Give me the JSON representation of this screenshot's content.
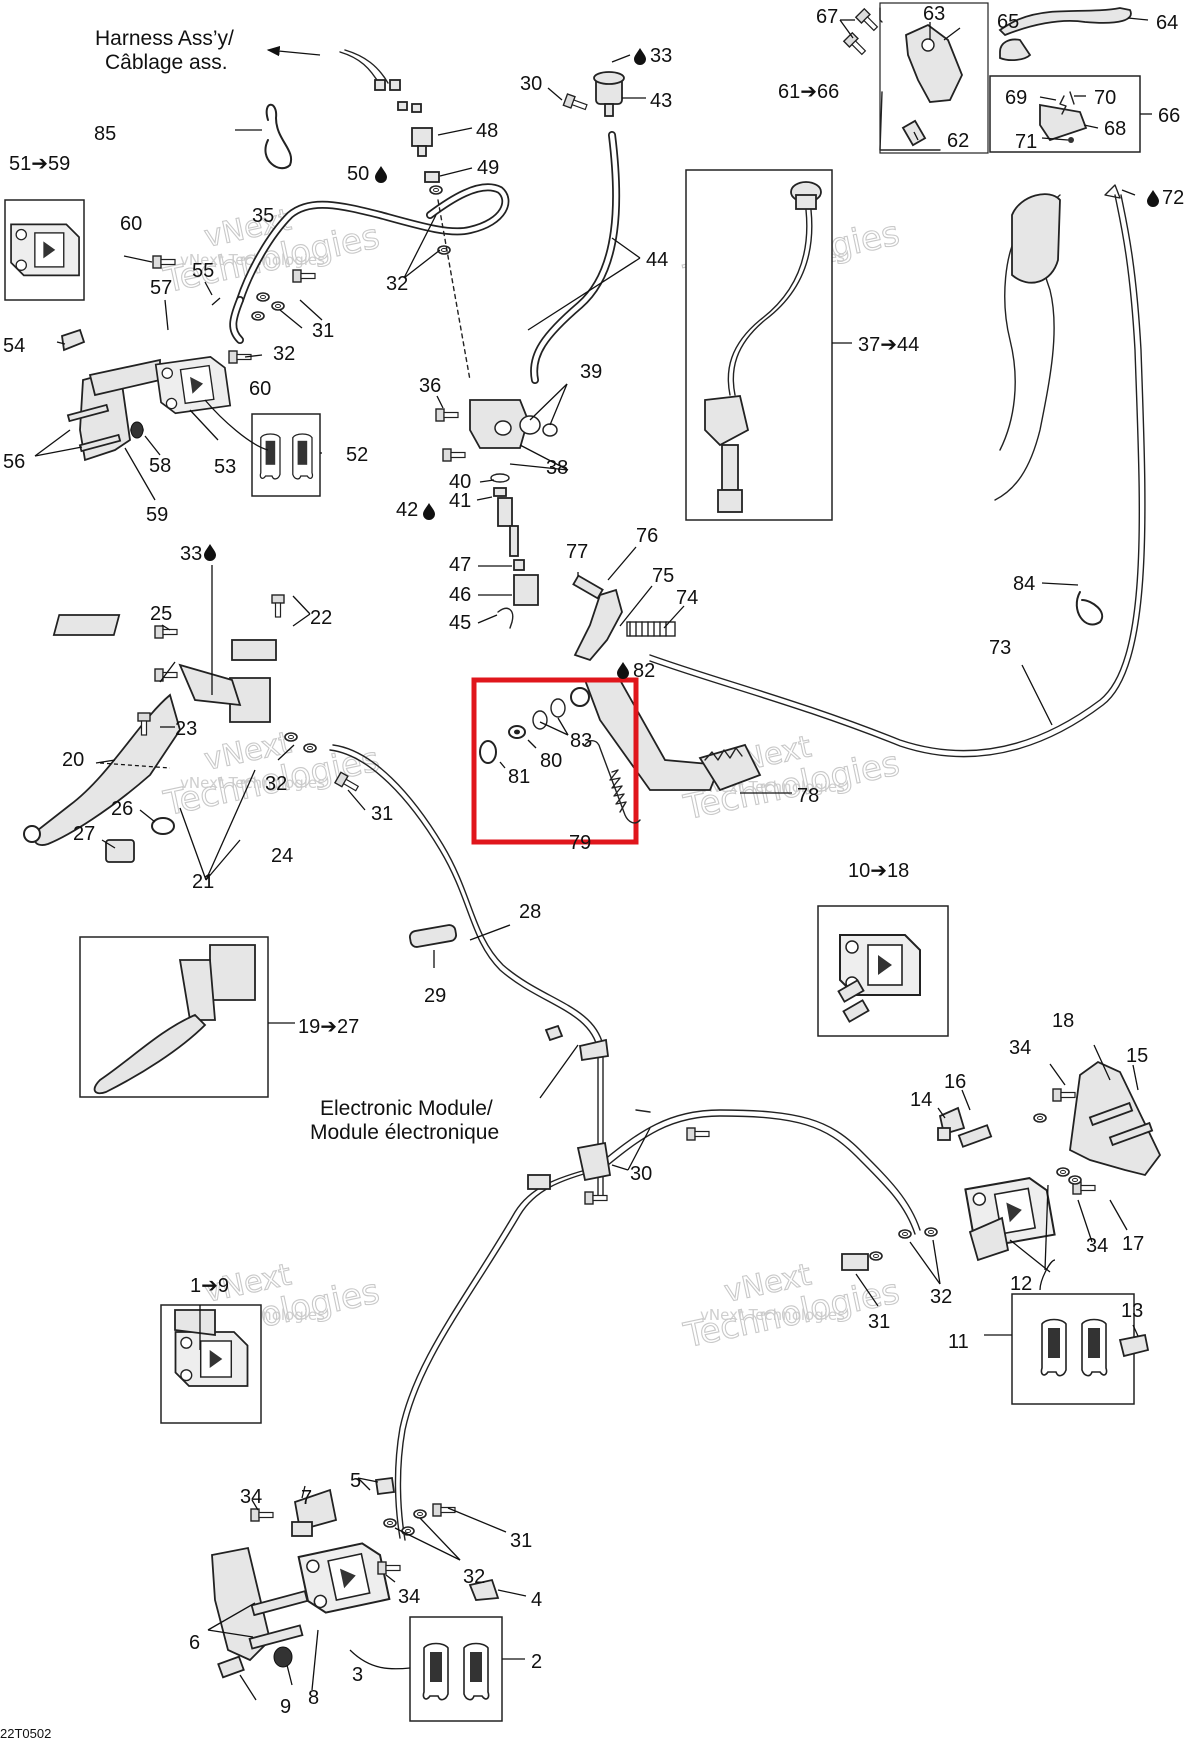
{
  "labels": {
    "harness": [
      "Harness Ass’y/",
      "Câblage ass."
    ],
    "electronic_module": [
      "Electronic Module/",
      "Module électronique"
    ],
    "drawing_code": "22T0502",
    "watermark": "vNext Technologies",
    "callouts": {
      "c1_9": "1➔9",
      "c2": "2",
      "c3": "3",
      "c4": "4",
      "c5": "5",
      "c6": "6",
      "c7": "7",
      "c8": "8",
      "c9": "9",
      "c10_18": "10➔18",
      "c11": "11",
      "c12": "12",
      "c13": "13",
      "c14": "14",
      "c15": "15",
      "c16": "16",
      "c17": "17",
      "c18": "18",
      "c19_27": "19➔27",
      "c20": "20",
      "c21": "21",
      "c22": "22",
      "c23": "23",
      "c24": "24",
      "c25": "25",
      "c26": "26",
      "c27": "27",
      "c28": "28",
      "c29": "29",
      "c30a": "30",
      "c30b": "30",
      "c31a": "31",
      "c31b": "31",
      "c31c": "31",
      "c31d": "31",
      "c32a": "32",
      "c32b": "32",
      "c32c": "32",
      "c32d": "32",
      "c32e": "32",
      "c33a": "33",
      "c33b": "33",
      "c34a": "34",
      "c34b": "34",
      "c34c": "34",
      "c34d": "34",
      "c35": "35",
      "c36": "36",
      "c37_44": "37➔44",
      "c38": "38",
      "c39": "39",
      "c40": "40",
      "c41": "41",
      "c42": "42",
      "c43": "43",
      "c44": "44",
      "c45": "45",
      "c46": "46",
      "c47": "47",
      "c48": "48",
      "c49": "49",
      "c50": "50",
      "c51_59": "51➔59",
      "c52": "52",
      "c53": "53",
      "c54": "54",
      "c55": "55",
      "c56": "56",
      "c57": "57",
      "c58": "58",
      "c59": "59",
      "c60a": "60",
      "c60b": "60",
      "c61_66": "61➔66",
      "c62": "62",
      "c63": "63",
      "c64": "64",
      "c65": "65",
      "c66": "66",
      "c67": "67",
      "c68": "68",
      "c69": "69",
      "c70": "70",
      "c71": "71",
      "c72": "72",
      "c73": "73",
      "c74": "74",
      "c75": "75",
      "c76": "76",
      "c77": "77",
      "c78": "78",
      "c79": "79",
      "c80": "80",
      "c81": "81",
      "c82": "82",
      "c83": "83",
      "c84": "84",
      "c85": "85"
    }
  },
  "highlight": {
    "color": "#e0161c",
    "contains": [
      "80",
      "81",
      "83",
      "79"
    ]
  },
  "icons": {
    "fluid": "oil-drop-icon",
    "range_arrow": "right-arrow-icon"
  }
}
